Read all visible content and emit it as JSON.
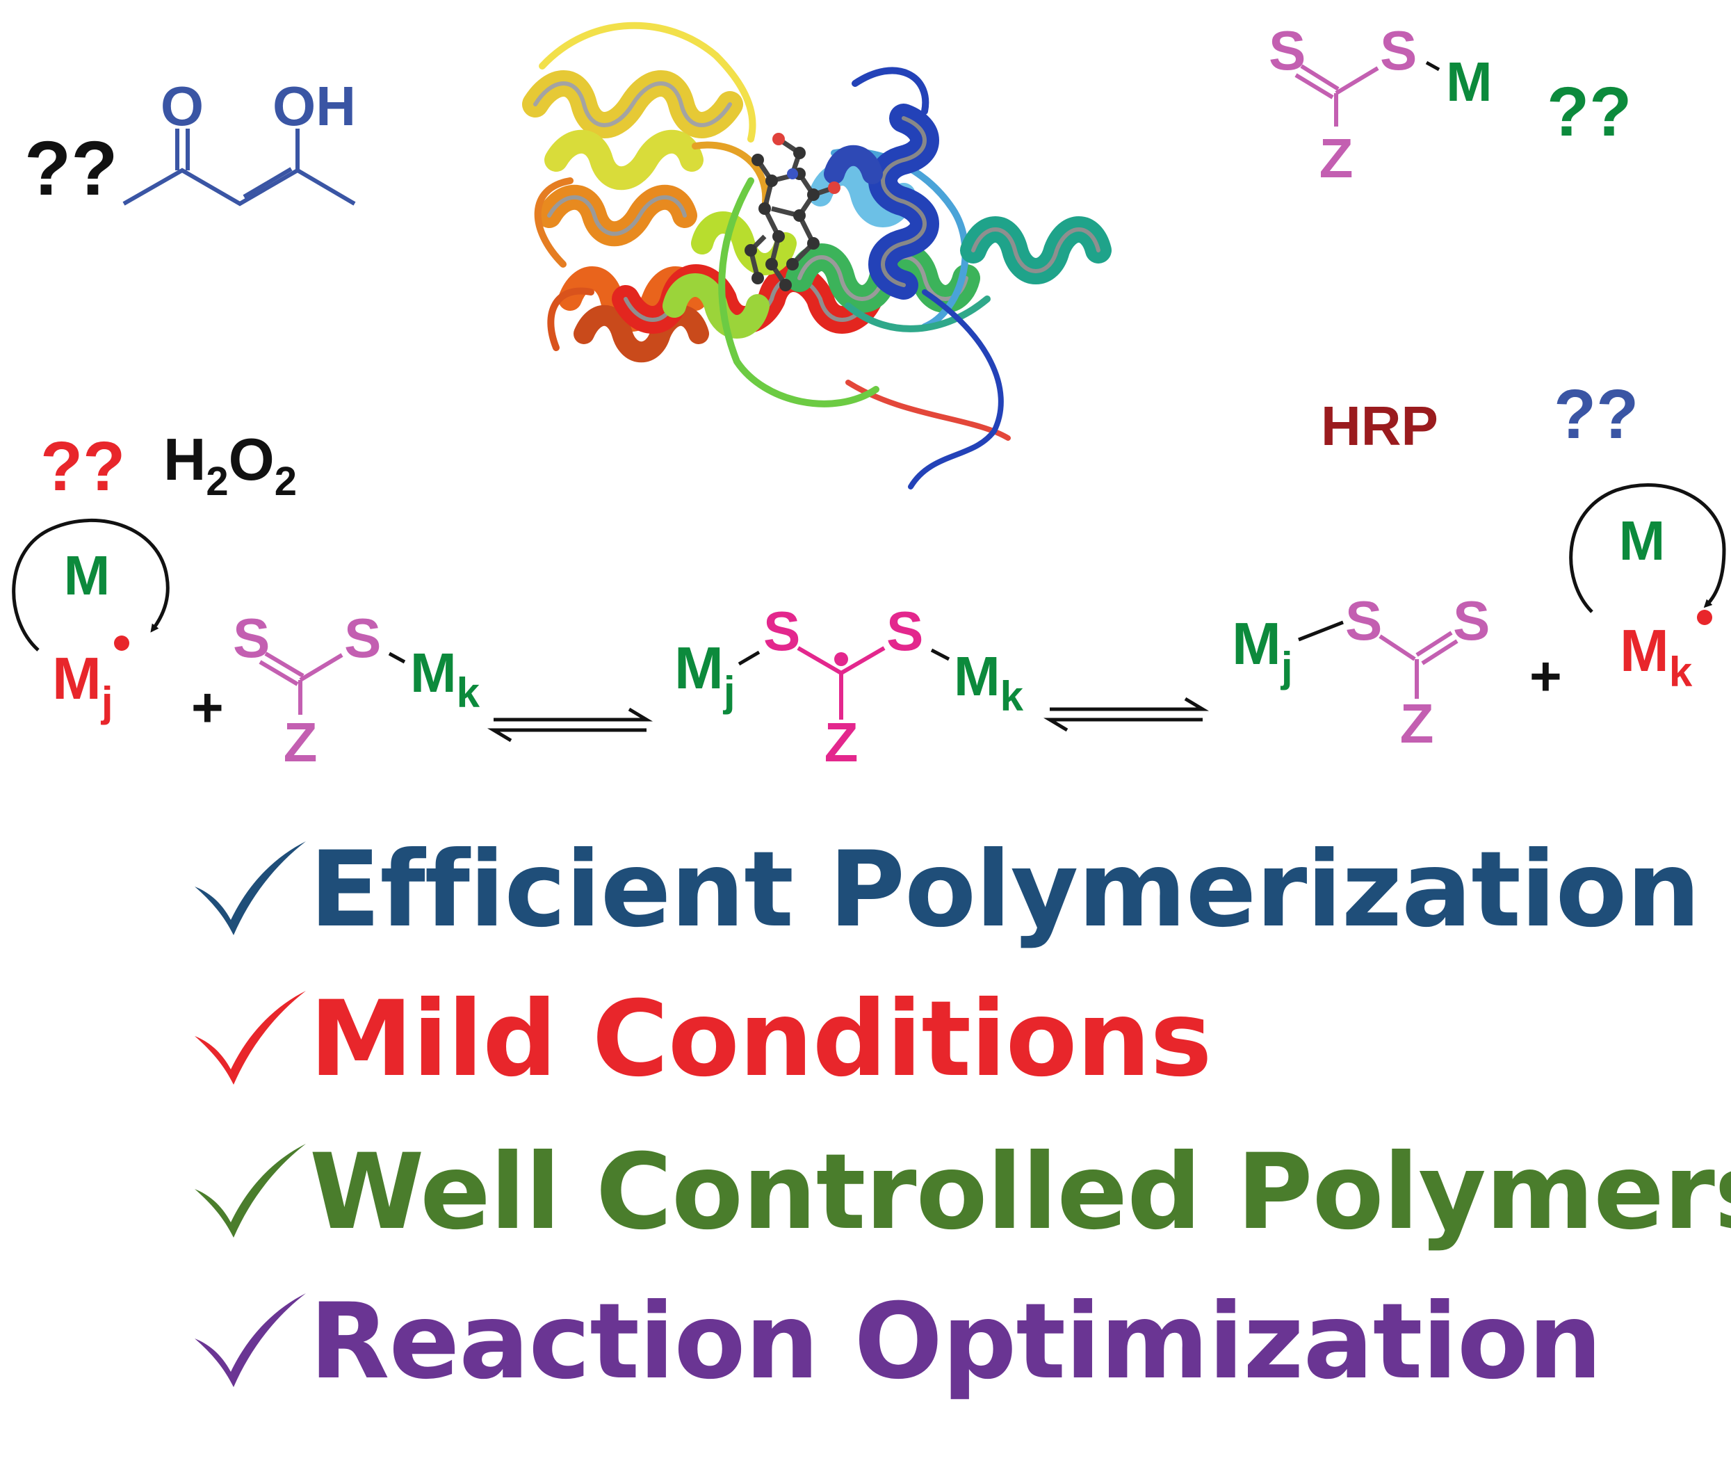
{
  "colors": {
    "blue": "#1f4e79",
    "red": "#e8262b",
    "green": "#4a7d2c",
    "purple": "#6a3593",
    "chem_green": "#0c8a3c",
    "chem_pink": "#c35fb1",
    "chem_magenta": "#e3278d",
    "acac_blue": "#3a55a4",
    "hrp_red": "#9a1b1e",
    "black": "#111111"
  },
  "top": {
    "acac_q": "??",
    "acac_O": "O",
    "acac_OH": "OH",
    "raft_S1": "S",
    "raft_S2": "S",
    "raft_M": "M",
    "raft_Z": "Z",
    "raft_q": "??",
    "hrp": "HRP",
    "hrp_q": "??",
    "h2o2_q": "??",
    "h2o2_H": "H",
    "h2o2_2a": "2",
    "h2o2_O": "O",
    "h2o2_2b": "2"
  },
  "scheme": {
    "loop_left_M": "M",
    "mj_M": "M",
    "mj_sub": "j",
    "plus1": "+",
    "cta_S1": "S",
    "cta_S2": "S",
    "cta_M": "M",
    "cta_sub": "k",
    "cta_Z": "Z",
    "int_M1": "M",
    "int_sub1": "j",
    "int_S1": "S",
    "int_S2": "S",
    "int_M2": "M",
    "int_sub2": "k",
    "int_Z": "Z",
    "prod_M": "M",
    "prod_sub": "j",
    "prod_S1": "S",
    "prod_S2": "S",
    "prod_Z": "Z",
    "plus2": "+",
    "loop_right_M": "M",
    "mk_M": "M",
    "mk_sub": "k"
  },
  "bullets": [
    {
      "text": "Efficient Polymerization",
      "color": "#1f4e79"
    },
    {
      "text": "Mild Conditions",
      "color": "#e8262b"
    },
    {
      "text": "Well Controlled Polymers",
      "color": "#4a7d2c"
    },
    {
      "text": "Reaction Optimization",
      "color": "#6a3593"
    }
  ]
}
